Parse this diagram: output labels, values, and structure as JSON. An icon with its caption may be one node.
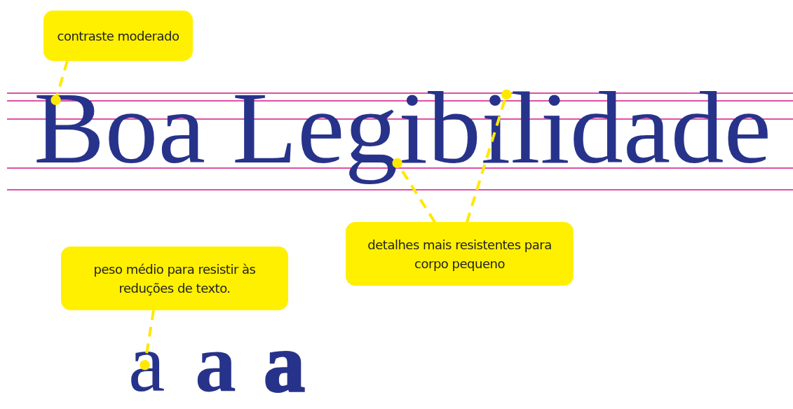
{
  "diagram": {
    "nodes": [
      {
        "text": [
          "contraste moderado"
        ]
      },
      {
        "text": [
          "Boa Legibilidade"
        ]
      },
      {
        "text": [
          "detalhes mais resistentes para corpo pequeno"
        ]
      },
      {
        "text": [
          "peso médio para resistir às reduções de texto."
        ]
      },
      {
        "text": [
          "a"
        ]
      },
      {
        "text": [
          "a"
        ]
      },
      {
        "text": [
          "a"
        ]
      }
    ],
    "edges": [
      {
        "from": 0,
        "to": 1,
        "arrow": "other"
      },
      {
        "from": 2,
        "to": 1,
        "arrow": "other"
      },
      {
        "from": 2,
        "to": 1,
        "arrow": "other"
      },
      {
        "from": 3,
        "to": 4,
        "arrow": "other"
      }
    ]
  }
}
